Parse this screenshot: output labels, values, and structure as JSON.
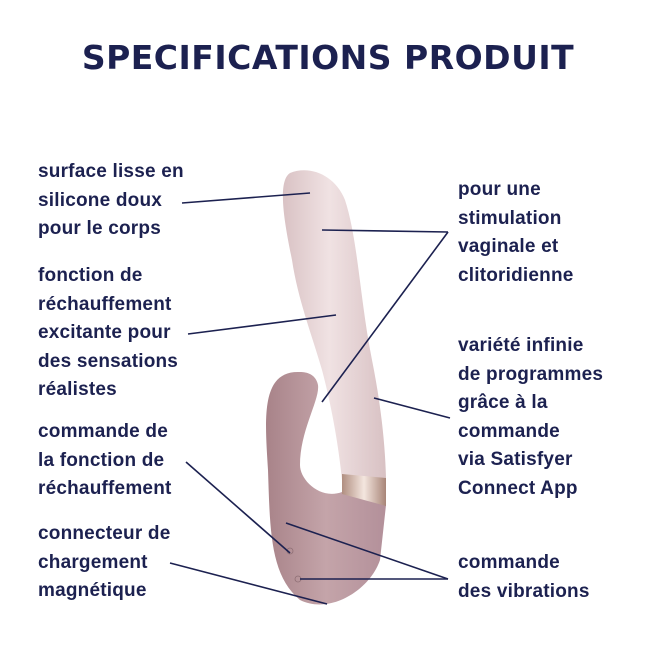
{
  "title": "SPECIFICATIONS PRODUIT",
  "colors": {
    "text": "#1c2150",
    "body_light": "#ead9da",
    "body_dark": "#b9969c",
    "ring": "#c9aa9c"
  },
  "left_labels": [
    {
      "lines": [
        "surface lisse en",
        "silicone doux",
        "pour le corps"
      ]
    },
    {
      "lines": [
        "fonction de",
        "réchauffement",
        "excitante pour",
        "des sensations",
        "réalistes"
      ]
    },
    {
      "lines": [
        "commande de",
        "la fonction de",
        "réchauffement"
      ]
    },
    {
      "lines": [
        "connecteur de",
        "chargement",
        "magnétique"
      ]
    }
  ],
  "right_labels": [
    {
      "lines": [
        "pour une",
        "stimulation",
        "vaginale et",
        "clitoridienne"
      ]
    },
    {
      "lines": [
        "variété infinie",
        "de programmes",
        "grâce à la",
        "commande",
        "via Satisfyer",
        "Connect App"
      ]
    },
    {
      "lines": [
        "commande",
        "des vibrations"
      ]
    }
  ]
}
